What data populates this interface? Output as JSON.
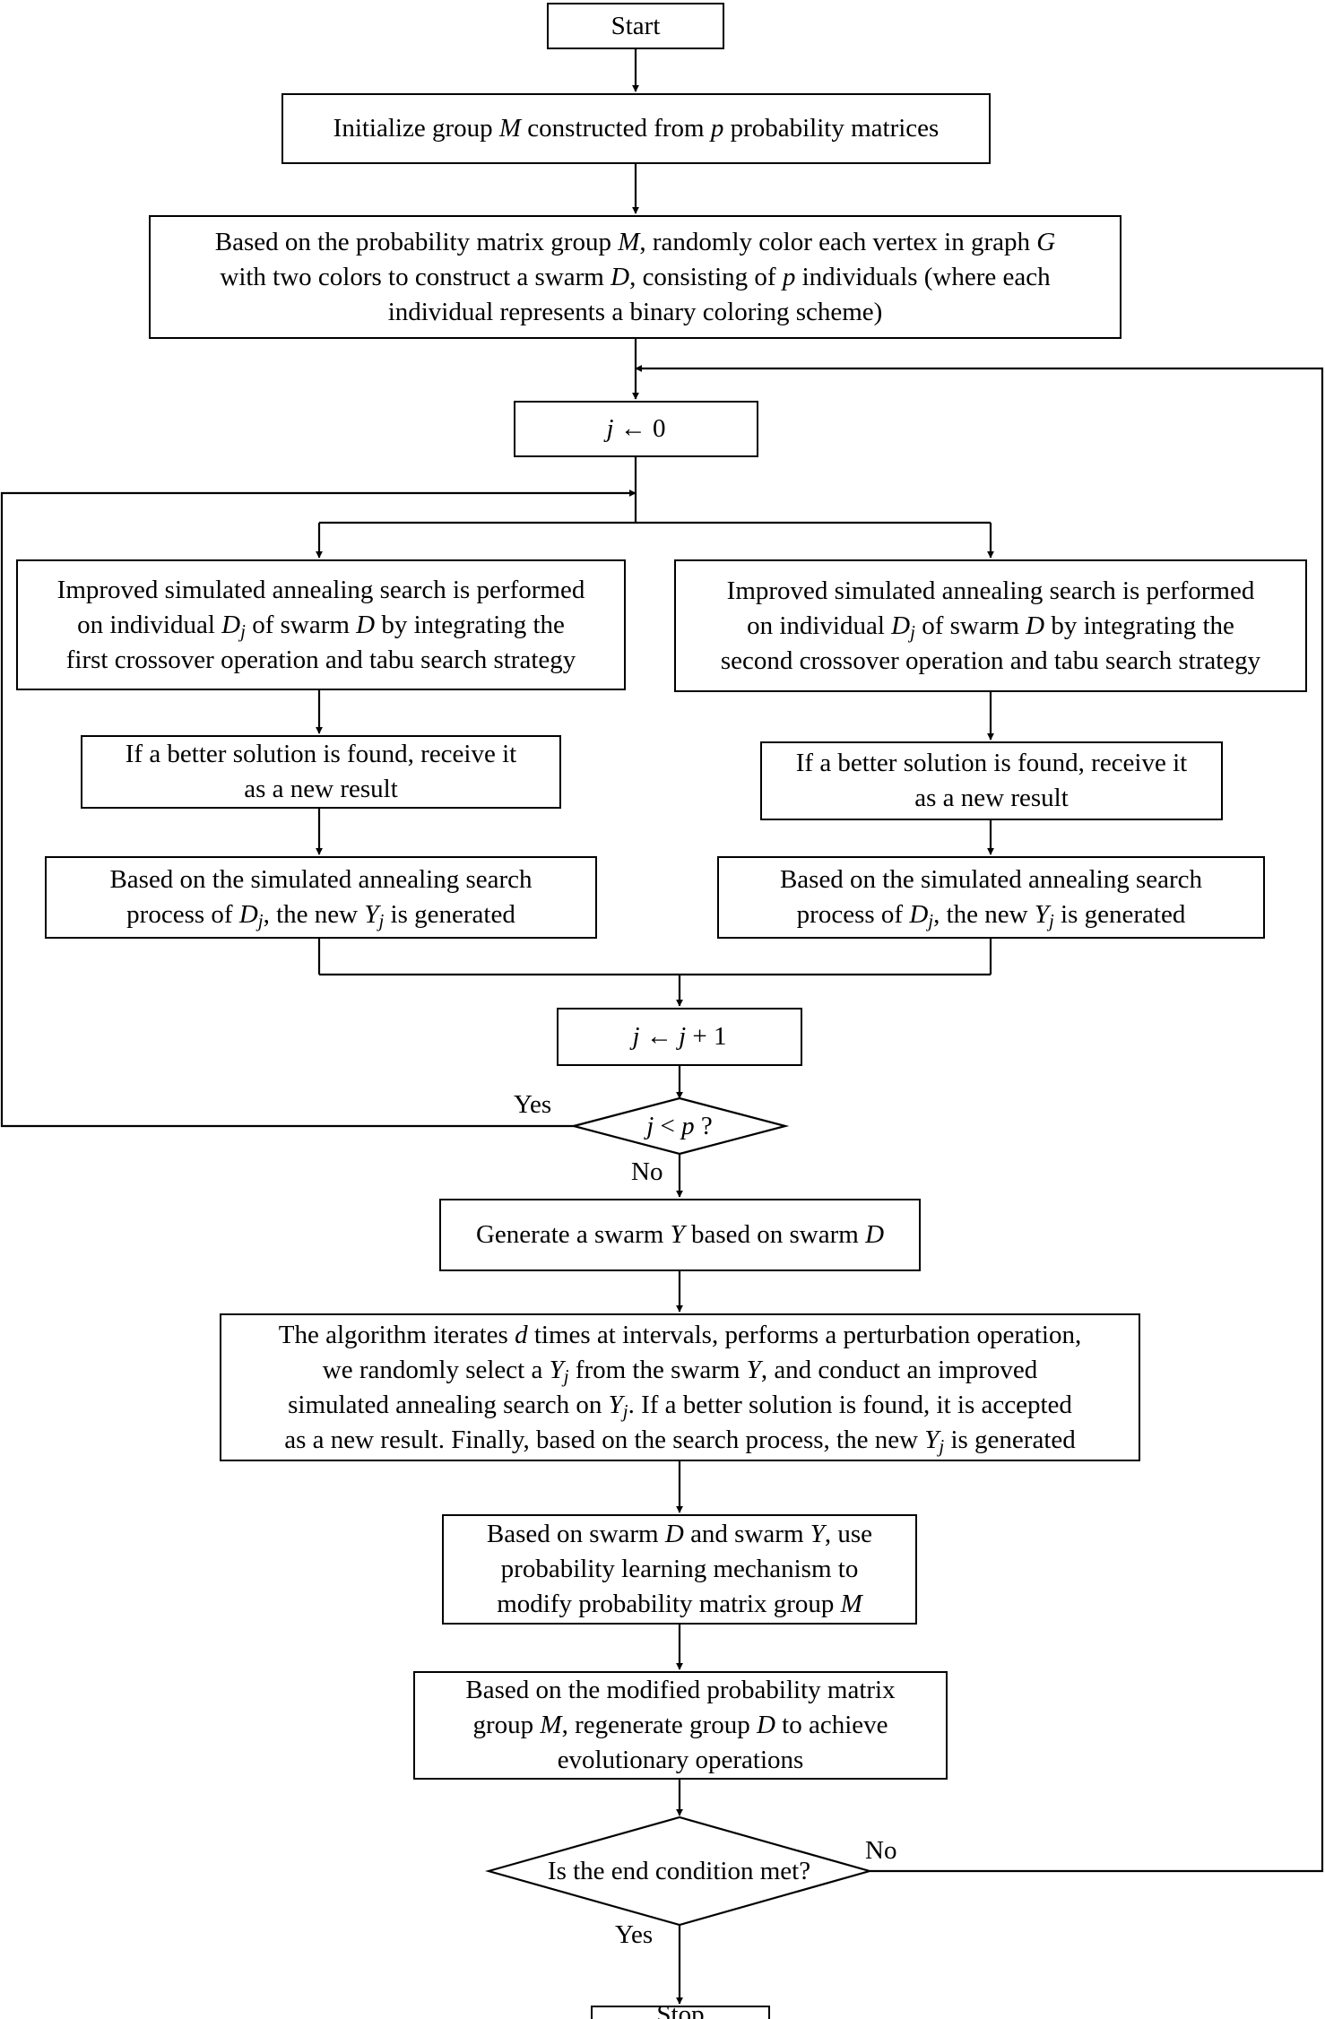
{
  "nodes": {
    "start": "Start",
    "init": "Initialize group <i>M</i> constructed from <i>p</i> probability matrices",
    "color": [
      "Based on the probability matrix group <i>M</i>, randomly color each vertex in graph <i>G</i>",
      "with two colors to construct a swarm <i>D</i>, consisting of <i>p</i> individuals (where each",
      "individual represents a binary coloring scheme)"
    ],
    "j0": "<i>j</i> ← 0",
    "sa_left": [
      "Improved simulated annealing search is performed",
      "on individual <i>D<sub>j</sub></i> of swarm <i>D</i> by integrating the",
      "first crossover operation and tabu search strategy"
    ],
    "sa_right": [
      "Improved simulated annealing search is performed",
      "on individual <i>D<sub>j</sub></i> of swarm <i>D</i> by integrating the",
      "second crossover operation and tabu search strategy"
    ],
    "better_left": [
      "If a better solution is found, receive it",
      "as a new result"
    ],
    "better_right": [
      "If a better solution is found, receive it",
      "as a new result"
    ],
    "gen_left": [
      "Based on the simulated annealing search",
      "process of <i>D<sub>j</sub></i>, the new <i>Y<sub>j</sub></i> is generated"
    ],
    "gen_right": [
      "Based on the simulated annealing search",
      "process of <i>D<sub>j</sub></i>, the new <i>Y<sub>j</sub></i> is generated"
    ],
    "jinc": "<i>j</i> ← <i>j</i> + 1",
    "jp": "<i>j</i> &lt; <i>p</i> ?",
    "swarmY": "Generate a swarm <i>Y</i> based on swarm <i>D</i>",
    "perturb": [
      "The algorithm iterates <i>d</i> times at intervals, performs a perturbation operation,",
      "we randomly select a <i>Y<sub>j</sub></i> from the swarm <i>Y</i>, and conduct an improved",
      "simulated annealing search on <i>Y<sub>j</sub></i>. If a better solution is found, it is accepted",
      "as a new result. Finally, based on the search process, the new <i>Y<sub>j</sub></i> is generated"
    ],
    "learn": [
      "Based on swarm <i>D</i> and swarm <i>Y</i>, use",
      "probability learning mechanism to",
      "modify probability matrix group <i>M</i>"
    ],
    "regen": [
      "Based on the modified probability matrix",
      "group <i>M</i>, regenerate group <i>D</i> to achieve",
      "evolutionary operations"
    ],
    "end": "Is the end condition met?",
    "stop": "Stop"
  },
  "labels": {
    "yes_loop": "Yes",
    "no_continue": "No",
    "no_end": "No",
    "yes_end": "Yes"
  },
  "colors": {
    "stroke": "#000000",
    "fill": "#ffffff",
    "text": "#000000"
  }
}
